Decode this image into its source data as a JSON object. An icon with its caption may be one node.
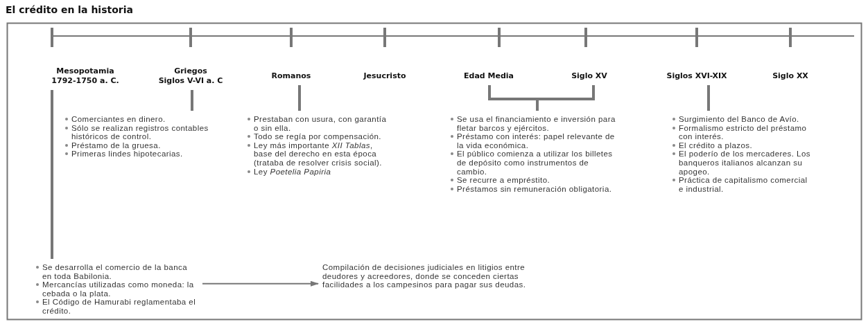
{
  "diagram": {
    "title": "El crédito en la historia",
    "nodes": [
      {
        "text": [
          "Mesopotamia",
          "1792-1750 a. C."
        ]
      },
      {
        "text": [
          "Griegos",
          "Siglos V-VI a. C"
        ]
      },
      {
        "text": [
          "Romanos"
        ]
      },
      {
        "text": [
          "Jesucristo"
        ]
      },
      {
        "text": [
          "Edad Media"
        ]
      },
      {
        "text": [
          "Siglo XV"
        ]
      },
      {
        "text": [
          "Siglos XVI-XIX"
        ]
      },
      {
        "text": [
          "Siglo XX"
        ]
      },
      {
        "text": [
          "Comerciantes en dinero.",
          "Sólo se realizan registros contables históricos de control.",
          "Préstamo de la gruesa.",
          "Primeras lindes hipotecarias."
        ]
      },
      {
        "text": [
          "Prestaban con usura, con garantía o sin ella.",
          "Todo se regía por compensación.",
          "Ley más importante *XII Tablas*, base del derecho en esta época (trataba de resolver crisis social).",
          "Ley *Poetelia Papiria*"
        ]
      },
      {
        "text": [
          "Se usa el financiamiento e inversión para fletar barcos y ejércitos.",
          "Préstamo con interés: papel relevante de la vida económica.",
          "El público comienza a utilizar los billetes de depósito como instrumentos de cambio.",
          "Se recurre a empréstito.",
          "Préstamos sin remuneración obligatoria."
        ]
      },
      {
        "text": [
          "Surgimiento del Banco de Avío.",
          "Formalismo estricto del préstamo con interés.",
          "El crédito a plazos.",
          "El poderío de los mercaderes. Los banqueros italianos alcanzan su apogeo.",
          "Práctica de capitalismo comercial e industrial."
        ]
      },
      {
        "text": [
          "Se desarrolla el comercio de la banca en toda Babilonia.",
          "Mercancías utilizadas como moneda: la cebada o la plata.",
          "El Código de Hamurabi reglamentaba el crédito."
        ]
      },
      {
        "text": [
          "Compilación de decisiones judiciales en litigios entre deudores y acreedores, donde se conceden ciertas facilidades a los campesinos para pagar sus deudas."
        ]
      }
    ],
    "edges": [
      {
        "from": 0,
        "to": 12,
        "arrow": "none"
      },
      {
        "from": 1,
        "to": 8,
        "arrow": "none"
      },
      {
        "from": 2,
        "to": 9,
        "arrow": "none"
      },
      {
        "from": 4,
        "to": 10,
        "arrow": "none"
      },
      {
        "from": 5,
        "to": 10,
        "arrow": "none"
      },
      {
        "from": 6,
        "to": 11,
        "arrow": "none"
      },
      {
        "from": 12,
        "to": 13,
        "arrow": "to"
      }
    ]
  }
}
